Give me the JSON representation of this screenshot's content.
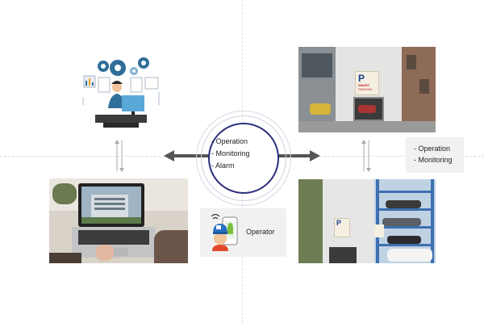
{
  "hub": {
    "items": [
      "Operation",
      "Monitoring",
      "Alarm"
    ]
  },
  "right_panel": {
    "items": [
      "Operation",
      "Monitoring"
    ]
  },
  "operator": {
    "label": "Operator"
  },
  "building_sign": {
    "letter": "P",
    "line1": "SMART",
    "line2": "PARKING"
  },
  "colors": {
    "hub_ring": "#2b2f7a",
    "arrow": "#555555",
    "label_bg": "#f1f1f1"
  }
}
